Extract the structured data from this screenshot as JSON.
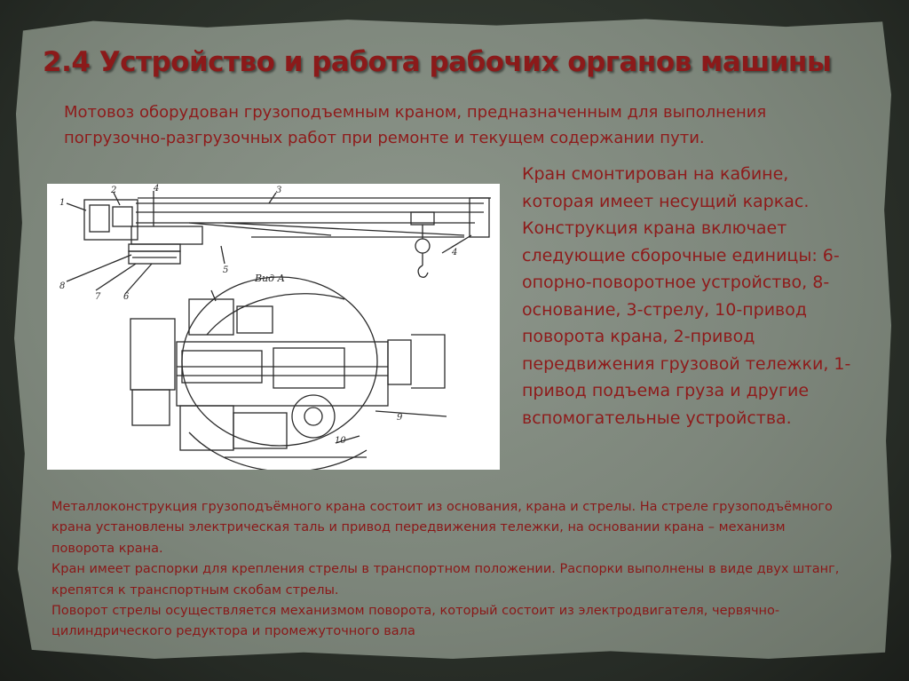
{
  "title": "2.4 Устройство и работа рабочих органов машины",
  "intro_text": "Мотовоз оборудован грузоподъемным краном, предназначенным для выполнения погрузочно-разгрузочных работ при ремонте и текущем содержании пути.",
  "description_text": "Кран смонтирован на кабине, которая имеет несущий каркас. Конструкция крана включает следующие сборочные единицы: 6-опорно-поворотное устройство, 8-основание,  3-стрелу,  10-привод поворота крана, 2-привод передвижения грузовой тележки, 1-привод подъема груза и другие вспомогательные устройства.",
  "bottom_paragraphs": [
    "Металлоконструкция грузоподъёмного крана состоит из основания, крана и стрелы. На стреле грузоподъёмного крана установлены электрическая таль и привод передвижения тележки, на основании крана – механизм поворота крана.",
    "Кран имеет распорки для крепления стрелы в транспортном положении. Распорки выполнены в виде двух штанг, крепятся к транспортным скобам стрелы.",
    "Поворот стрелы осуществляется механизмом поворота, который состоит из электродвигателя, червячно-цилиндрического редуктора и промежуточного вала"
  ],
  "drawing": {
    "view_label": "Вид А",
    "callouts": [
      "1",
      "2",
      "3",
      "4",
      "4",
      "5",
      "6",
      "7",
      "8",
      "9",
      "10"
    ]
  },
  "colors": {
    "title": "#8b1a1a",
    "text": "#8e1b1b",
    "bottom_text": "#8a1818",
    "paper": "#7d867b",
    "figure_bg": "#ffffff",
    "drawing_ink": "#2a2a2a"
  }
}
